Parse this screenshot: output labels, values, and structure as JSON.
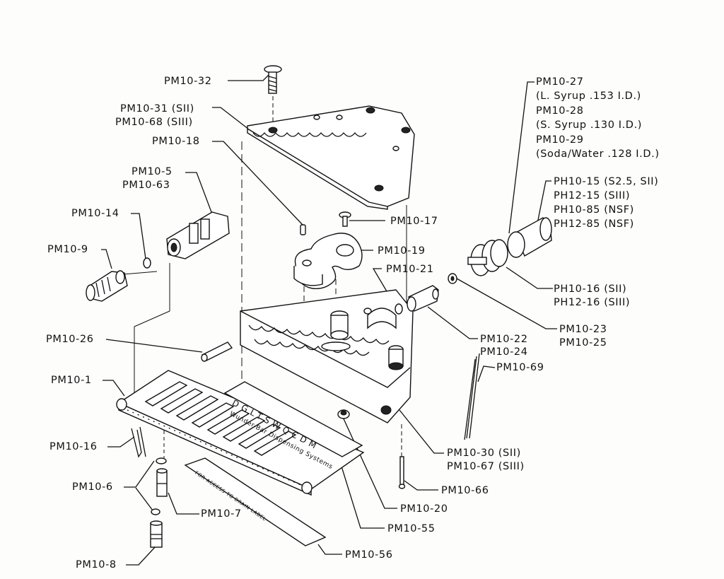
{
  "labels": {
    "pm10_32": "PM10-32",
    "pm10_31": "PM10-31 (SII)",
    "pm10_68": "PM10-68 (SIII)",
    "pm10_18": "PM10-18",
    "pm10_5": "PM10-5",
    "pm10_63": "PM10-63",
    "pm10_14": "PM10-14",
    "pm10_9": "PM10-9",
    "pm10_17": "PM10-17",
    "pm10_19": "PM10-19",
    "pm10_21": "PM10-21",
    "pm10_26": "PM10-26",
    "pm10_1": "PM10-1",
    "pm10_16": "PM10-16",
    "pm10_6": "PM10-6",
    "pm10_7": "PM10-7",
    "pm10_8": "PM10-8",
    "pm10_27": "PM10-27",
    "pm10_27_desc": "(L. Syrup .153 I.D.)",
    "pm10_28": "PM10-28",
    "pm10_28_desc": "(S. Syrup .130 I.D.)",
    "pm10_29": "PM10-29",
    "pm10_29_desc": "(Soda/Water .128 I.D.)",
    "ph10_15": "PH10-15 (S2.5, SII)",
    "ph12_15": "PH12-15 (SIII)",
    "ph10_85": "PH10-85 (NSF)",
    "ph12_85": "PH12-85 (NSF)",
    "ph10_16": "PH10-16 (SII)",
    "ph12_16": "PH12-16 (SIII)",
    "pm10_23": "PM10-23",
    "pm10_25": "PM10-25",
    "pm10_22": "PM10-22",
    "pm10_24": "PM10-24",
    "pm10_69": "PM10-69",
    "pm10_30": "PM10-30 (SII)",
    "pm10_67": "PM10-67 (SIII)",
    "pm10_66": "PM10-66",
    "pm10_20": "PM10-20",
    "pm10_55": "PM10-55",
    "pm10_56": "PM10-56"
  },
  "parts": {
    "button_letters": "DGLTSWQCDM",
    "brand_text": "Wunder-Bar Dispensing Systems",
    "label_strip_text": "FOR ACCESS TO DRAIN LABEL"
  }
}
